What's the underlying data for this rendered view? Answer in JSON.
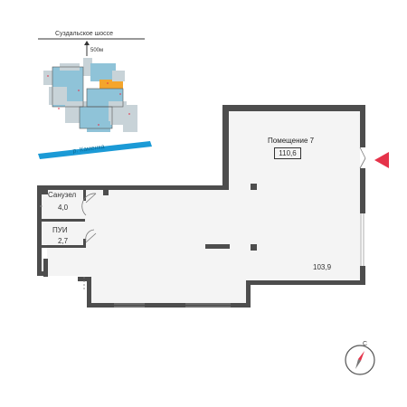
{
  "location": {
    "street": "Суздальское шоссе",
    "distance": "500м",
    "river": "р. Каменка"
  },
  "room": {
    "title": "Помещение 7",
    "total_area": "110,6",
    "main_area": "103,9"
  },
  "bathroom": {
    "label": "Санузел",
    "area": "4,0"
  },
  "storage": {
    "label": "ПУИ",
    "area": "2,7"
  },
  "compass": {
    "north_letter": "С"
  },
  "colors": {
    "wall": "#4d4d4d",
    "floor": "#f4f4f4",
    "entrance_marker": "#e5334a",
    "river": "#1b9ad6",
    "highlight_unit": "#f4a52c",
    "building_blue": "#8fc3d8",
    "building_gray": "#c8d3d8"
  }
}
